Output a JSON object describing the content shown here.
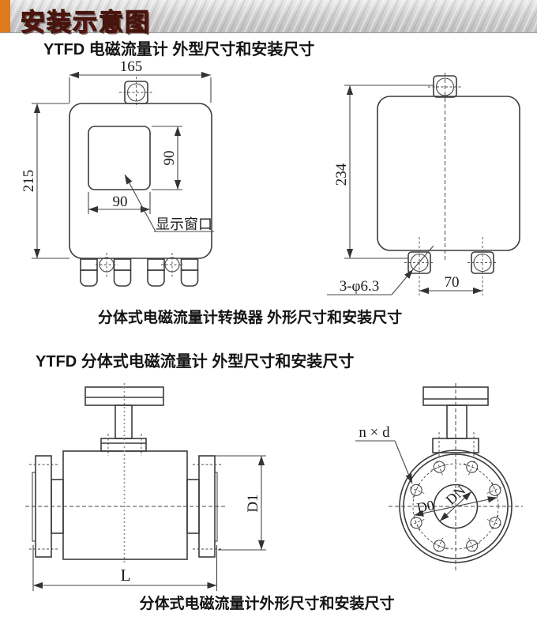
{
  "header": {
    "title": "安装示意图"
  },
  "colors": {
    "banner_tab": "#dd7a1e",
    "banner_text": "#c01010",
    "line": "#3c3c3c"
  },
  "sections": {
    "converter": {
      "title": "YTFD 电磁流量计 外型尺寸和安装尺寸",
      "caption": "分体式电磁流量计转换器 外形尺寸和安装尺寸",
      "front_view": {
        "width_dim": "165",
        "height_dim": "215",
        "window_width_dim": "90",
        "window_height_dim": "90",
        "window_label": "显示窗口"
      },
      "side_view": {
        "height_dim": "234",
        "hole_spacing_dim": "70",
        "mounting_holes_label": "3-φ6.3"
      }
    },
    "flowmeter": {
      "title": "YTFD 分体式电磁流量计 外型尺寸和安装尺寸",
      "caption": "分体式电磁流量计外形尺寸和安装尺寸",
      "side_view": {
        "length_dim": "L",
        "flange_diameter_dim": "D1"
      },
      "end_view": {
        "bolt_circle_dim": "D0",
        "bore_dim": "DN",
        "bolt_holes_label": "n × d"
      }
    }
  }
}
